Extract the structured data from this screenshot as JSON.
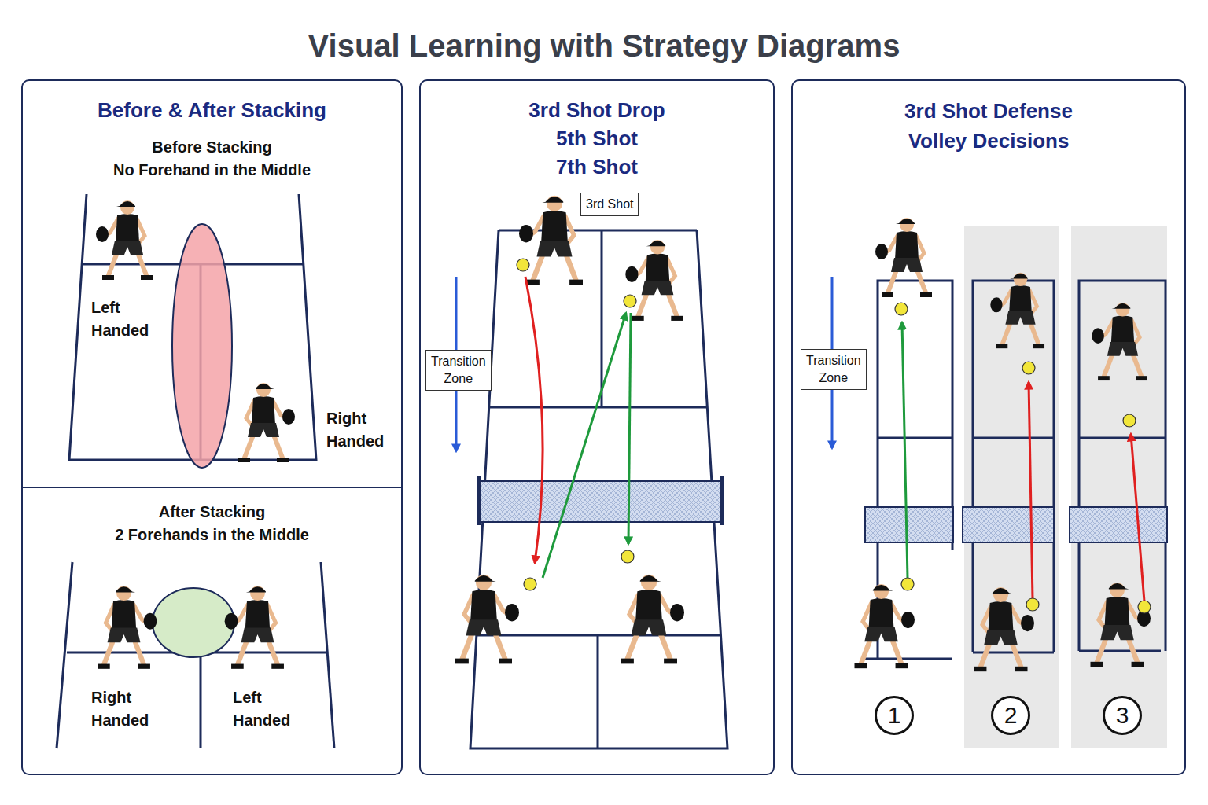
{
  "diagram": {
    "title": "Visual Learning with Strategy Diagrams",
    "nodes": [
      {
        "text": [
          "Before & After Stacking"
        ]
      },
      {
        "text": [
          "Before Stacking",
          "No Forehand in the Middle"
        ],
        "in": 0
      },
      {
        "text": [
          "After Stacking",
          "2 Forehands in the Middle"
        ],
        "in": 0
      },
      {
        "text": [
          "3rd Shot Drop",
          "5th Shot",
          "7th Shot"
        ]
      },
      {
        "text": [
          "3rd Shot"
        ],
        "in": 3
      },
      {
        "text": [
          "Transition Zone"
        ],
        "in": 3
      },
      {
        "text": [
          "3rd Shot Defense",
          "Volley Decisions"
        ]
      },
      {
        "text": [
          "Transition Zone"
        ],
        "in": 6
      },
      {
        "text": [
          "1"
        ],
        "in": 6
      },
      {
        "text": [
          "2"
        ],
        "in": 6
      },
      {
        "text": [
          "3"
        ],
        "in": 6
      }
    ],
    "labels": [
      "Left Handed",
      "Right Handed",
      "Right Handed",
      "Left Handed"
    ]
  }
}
